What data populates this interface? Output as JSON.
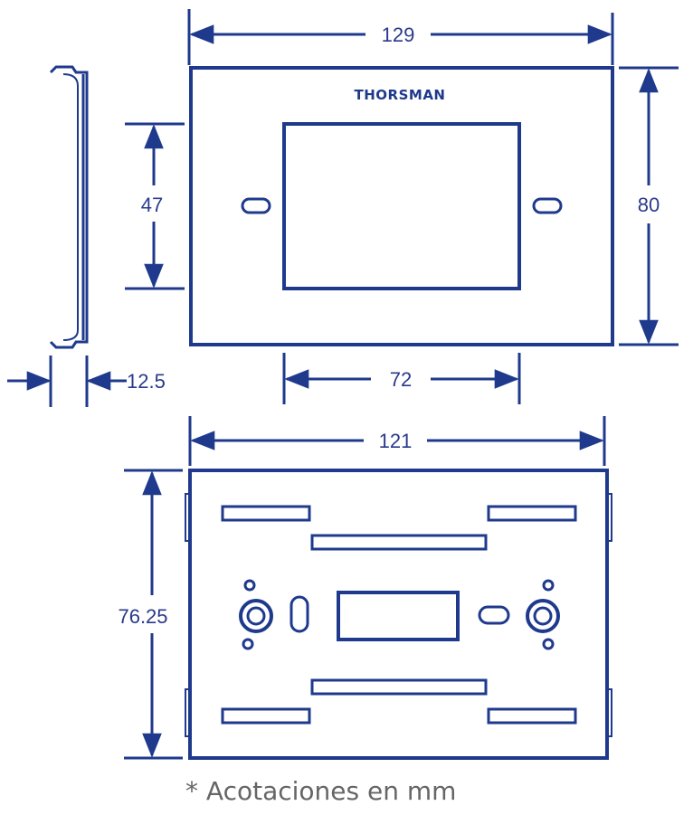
{
  "brand": {
    "logo_text": "THORSMAN"
  },
  "dimensions": {
    "top_width": "129",
    "top_height": "80",
    "window_height": "47",
    "window_width": "72",
    "profile_depth": "12.5",
    "base_width": "121",
    "base_height": "76.25"
  },
  "footnote": "* Acotaciones en mm",
  "colors": {
    "line": "#1f3a8c",
    "text": "#2a3a8c",
    "note": "#666666"
  }
}
